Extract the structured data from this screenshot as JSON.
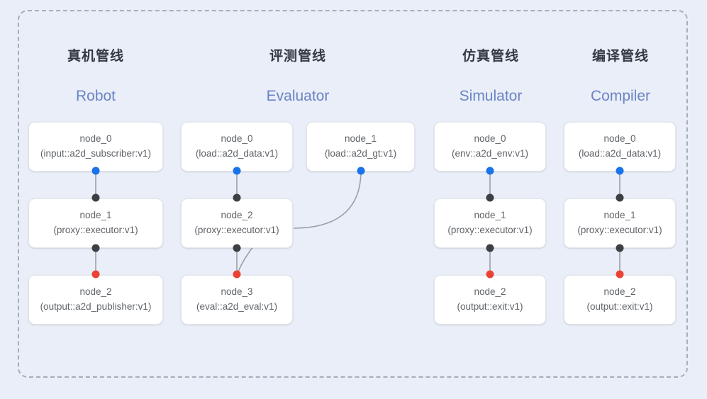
{
  "canvas": {
    "background": "#e9eef8",
    "frame_border_color": "#a7adb9"
  },
  "palette": {
    "port_in": "#1a73e8",
    "port_mid": "#3c4043",
    "port_out": "#ea4335",
    "edge": "#9aa0a6",
    "title_cn": "#333a42",
    "title_en": "#6b84c4",
    "node_text": "#5f6368",
    "node_bg": "#ffffff"
  },
  "columns": [
    {
      "title_cn": "真机管线",
      "title_en": "Robot"
    },
    {
      "title_cn": "评测管线",
      "title_en": "Evaluator"
    },
    {
      "title_cn": "仿真管线",
      "title_en": "Simulator"
    },
    {
      "title_cn": "编译管线",
      "title_en": "Compiler"
    }
  ],
  "nodes": {
    "robot": [
      {
        "name": "node_0",
        "type": "(input::a2d_subscriber:v1)"
      },
      {
        "name": "node_1",
        "type": "(proxy::executor:v1)"
      },
      {
        "name": "node_2",
        "type": "(output::a2d_publisher:v1)"
      }
    ],
    "evaluator": [
      {
        "name": "node_0",
        "type": "(load::a2d_data:v1)"
      },
      {
        "name": "node_1",
        "type": "(load::a2d_gt:v1)"
      },
      {
        "name": "node_2",
        "type": "(proxy::executor:v1)"
      },
      {
        "name": "node_3",
        "type": "(eval::a2d_eval:v1)"
      }
    ],
    "simulator": [
      {
        "name": "node_0",
        "type": "(env::a2d_env:v1)"
      },
      {
        "name": "node_1",
        "type": "(proxy::executor:v1)"
      },
      {
        "name": "node_2",
        "type": "(output::exit:v1)"
      }
    ],
    "compiler": [
      {
        "name": "node_0",
        "type": "(load::a2d_data:v1)"
      },
      {
        "name": "node_1",
        "type": "(proxy::executor:v1)"
      },
      {
        "name": "node_2",
        "type": "(output::exit:v1)"
      }
    ]
  }
}
